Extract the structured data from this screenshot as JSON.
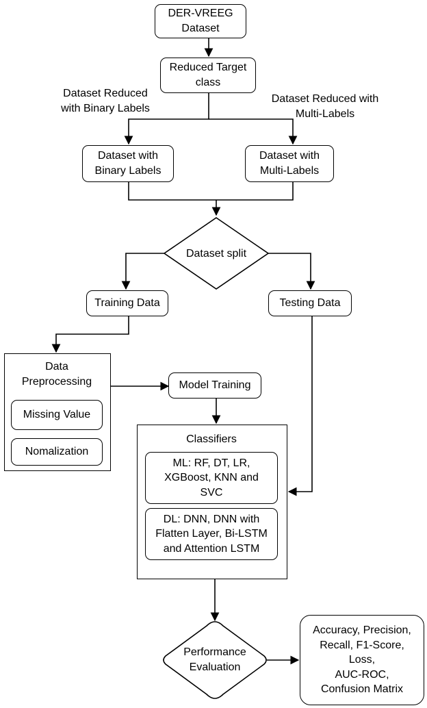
{
  "nodes": {
    "dataset": "DER-VREEG\nDataset",
    "reduced_target": "Reduced Target\nclass",
    "binary_dataset": "Dataset with\nBinary Labels",
    "multi_dataset": "Dataset with\nMulti-Labels",
    "split": "Dataset split",
    "training": "Training Data",
    "testing": "Testing Data",
    "preprocessing_title": "Data\nPreprocessing",
    "missing_value": "Missing Value",
    "normalization": "Nomalization",
    "model_training": "Model Training",
    "classifiers_title": "Classifiers",
    "ml": "ML: RF, DT, LR,\nXGBoost, KNN and\nSVC",
    "dl": "DL: DNN, DNN with\nFlatten Layer, Bi-LSTM\nand Attention LSTM",
    "evaluation": "Performance\nEvaluation",
    "metrics": "Accuracy, Precision,\nRecall, F1-Score,\nLoss,\nAUC-ROC,\nConfusion Matrix"
  },
  "edge_labels": {
    "binary": "Dataset Reduced\nwith Binary Labels",
    "multi": "Dataset Reduced with\nMulti-Labels"
  }
}
